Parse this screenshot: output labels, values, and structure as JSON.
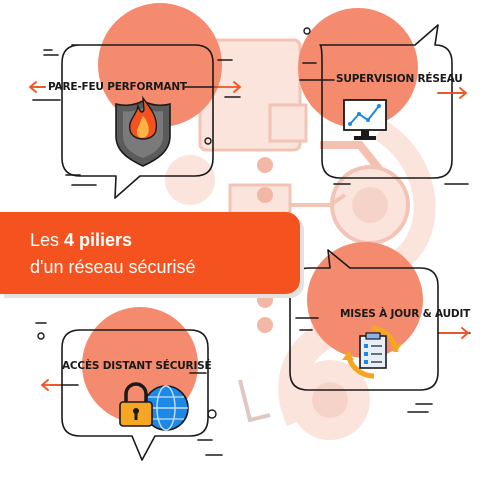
{
  "colors": {
    "accent": "#f4521e",
    "circle": "#f48a6e",
    "bg_illustration": "#f6d3c8",
    "outline": "#1a1a1a",
    "white": "#ffffff"
  },
  "banner": {
    "line1_prefix": "Les ",
    "line1_bold": "4 piliers",
    "line2": "d'un réseau sécurisé"
  },
  "pillars": [
    {
      "label": "PARE-FEU PERFORMANT",
      "icon": "firewall-shield-icon"
    },
    {
      "label": "SUPERVISION RÉSEAU",
      "icon": "monitor-chart-icon"
    },
    {
      "label": "MISES À JOUR & AUDIT",
      "icon": "clipboard-refresh-icon"
    },
    {
      "label": "ACCÈS DISTANT SÉCURISÉ",
      "icon": "padlock-globe-icon"
    }
  ]
}
